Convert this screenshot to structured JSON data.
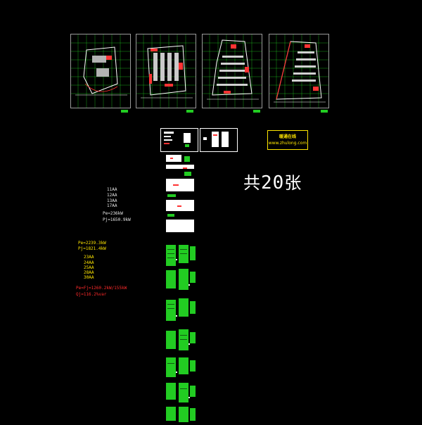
{
  "drawing_total": {
    "prefix": "共",
    "count": "20",
    "suffix": "张"
  },
  "logo": {
    "line1": "暖通在线",
    "line2": "www.zhulong.com"
  },
  "white_notes": [
    "11AA",
    "12AA",
    "13AA",
    "17AA",
    "Pe=236kW",
    "Pj=1650.9kW"
  ],
  "yellow_notes": [
    "Pe=2239.3kW",
    "Pj=1821.4kW",
    "23AA",
    "24AA",
    "25AA",
    "28AA",
    "30AA"
  ],
  "red_notes": [
    "Pe=Fj=1260.2kW/155kW",
    "Qj=116.2%var"
  ],
  "colors": {
    "background": "#000000",
    "frame": "#9a9a9a",
    "white_text": "#e8e8e8",
    "yellow_text": "#ffe600",
    "red_text": "#ff2a2a",
    "green_lines": "#22cc22"
  }
}
